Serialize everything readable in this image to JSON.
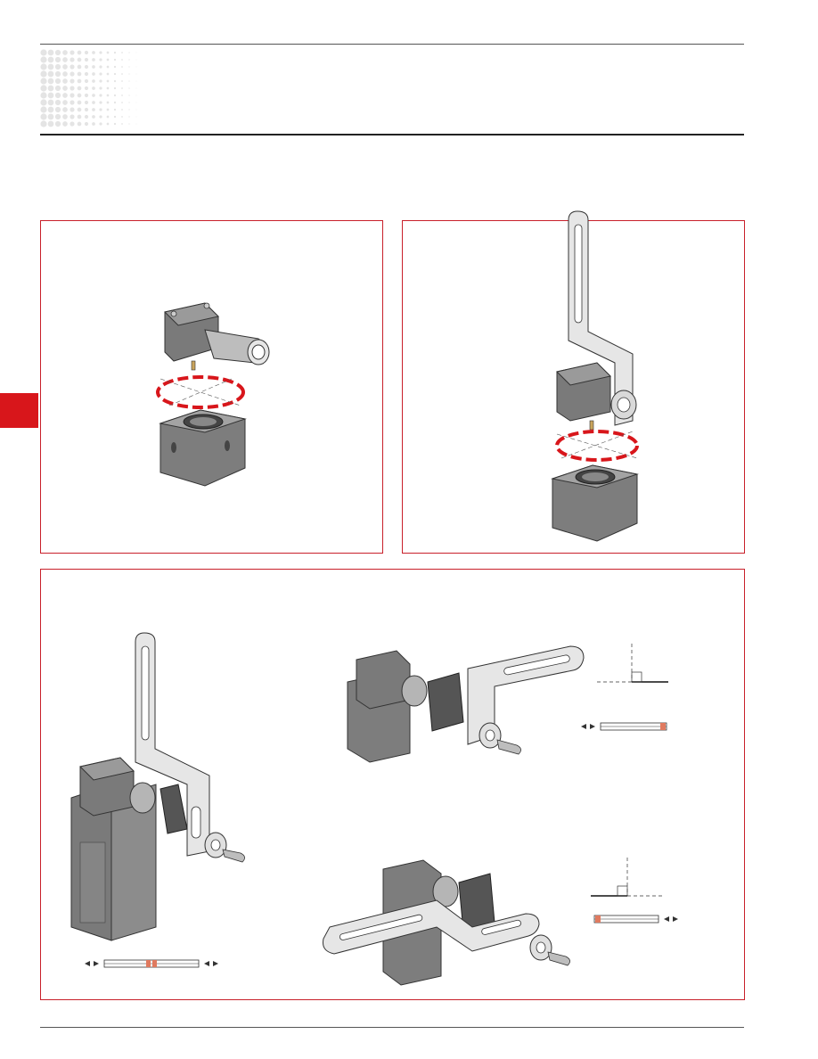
{
  "colors": {
    "accent_red": "#d8161b",
    "panel_border": "#c8202a",
    "metal_dark": "#6e6e6e",
    "metal_light": "#cfcfcf",
    "bracket": "#e4e4e4",
    "bar_marker": "#e07a5f"
  },
  "header": {
    "pattern": "dot-gradient-pattern"
  },
  "side_tab": {
    "color": "#d8161b"
  },
  "panels": [
    {
      "name": "head-rotation-panel",
      "illustration": "switch-head-rotation"
    },
    {
      "name": "bracket-head-rotation-panel",
      "illustration": "bracket-head-rotation"
    },
    {
      "name": "bracket-adjustment-panel",
      "illustration": "bracket-positions"
    }
  ]
}
